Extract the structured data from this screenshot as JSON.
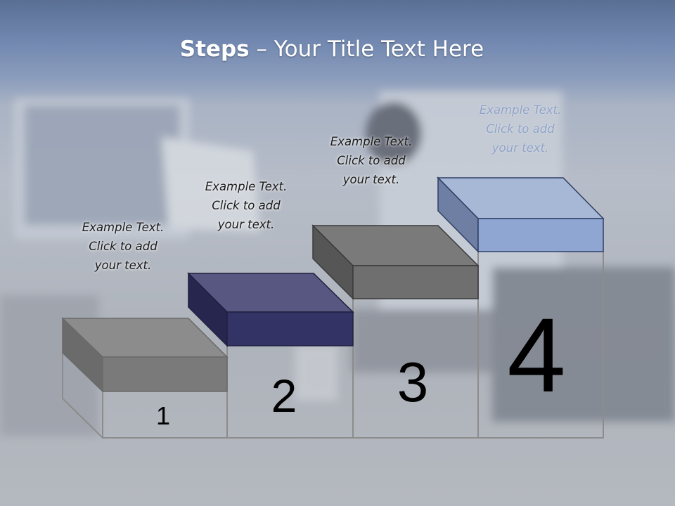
{
  "title": {
    "bold": "Steps",
    "rest": " – Your Title Text Here"
  },
  "steps": [
    {
      "number": "1",
      "text": [
        "Example Text.",
        "Click  to add",
        "your text."
      ],
      "color": "#7a7a7a"
    },
    {
      "number": "2",
      "text": [
        "Example Text.",
        "Click  to add",
        "your text."
      ],
      "color": "#343366"
    },
    {
      "number": "3",
      "text": [
        "Example Text.",
        "Click  to add",
        "your text."
      ],
      "color": "#6f6f6f"
    },
    {
      "number": "4",
      "text": [
        "Example Text.",
        "Click  to add",
        "your text."
      ],
      "color": "#8fa6d3"
    }
  ]
}
